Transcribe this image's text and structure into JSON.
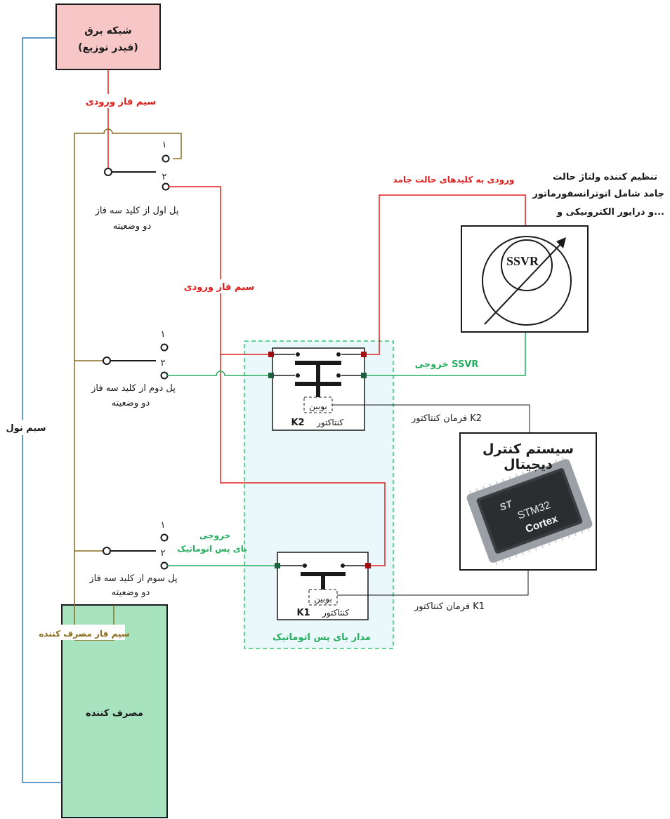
{
  "colors": {
    "red": "#e02020",
    "green": "#27ae60",
    "brown": "#8a6d1f",
    "blue": "#2a7ab8",
    "grid_pink": "#f7c6c7",
    "consumer_green": "#a8e3c0",
    "bypass_fill": "#eaf7fb",
    "bypass_border": "#2ecc71",
    "dark": "#1a1a1a"
  },
  "grid": {
    "line1": "شبکه برق",
    "line2": "(فیدر توزیع)"
  },
  "consumer": {
    "label": "مصرف کننده"
  },
  "wires": {
    "phase_input_top": "سیم فاز ورودی",
    "phase_input_mid": "سیم فاز ورودی",
    "neutral": "سیم نول",
    "consumer_phase": "سیم فاز مصرف کننده",
    "ssvr_input": "ورودی به کلیدهای حالت جامد",
    "ssvr_output": "خروجی SSVR",
    "bypass_output_line1": "خروجی",
    "bypass_output_line2": "بای پس اتوماتیک"
  },
  "switches": {
    "pole1_line1": "پل اول از کلید سه فاز",
    "pole1_line2": "دو وضعیته",
    "pole2_line1": "پل دوم از کلید سه فاز",
    "pole2_line2": "دو وضعیته",
    "pole3_line1": "پل سوم از کلید سه فاز",
    "pole3_line2": "دو وضعیته",
    "pos1": "۱",
    "pos2": "۲"
  },
  "ssvr": {
    "title": "SSVR",
    "desc_line1": "تنظیم کننده ولتاژ حالت",
    "desc_line2": "جامد شامل اتوترانسفورماتور",
    "desc_line3": "و درایور الکترونیکی و..."
  },
  "contactor_k2": {
    "coil": "بوبین",
    "label": "کنتاکتور",
    "id": "K2",
    "command": "فرمان کنتاکتور K2"
  },
  "contactor_k1": {
    "coil": "بوبین",
    "label": "کنتاکتور",
    "id": "K1",
    "command": "فرمان کنتاکتور K1"
  },
  "control": {
    "title_line1": "سیستم کنترل",
    "title_line2": "دیجیتال",
    "chip_brand": "STM32",
    "chip_core": "Cortex",
    "chip_logo": "ST"
  },
  "bypass": {
    "label": "مدار بای پس اتوماتیک"
  }
}
